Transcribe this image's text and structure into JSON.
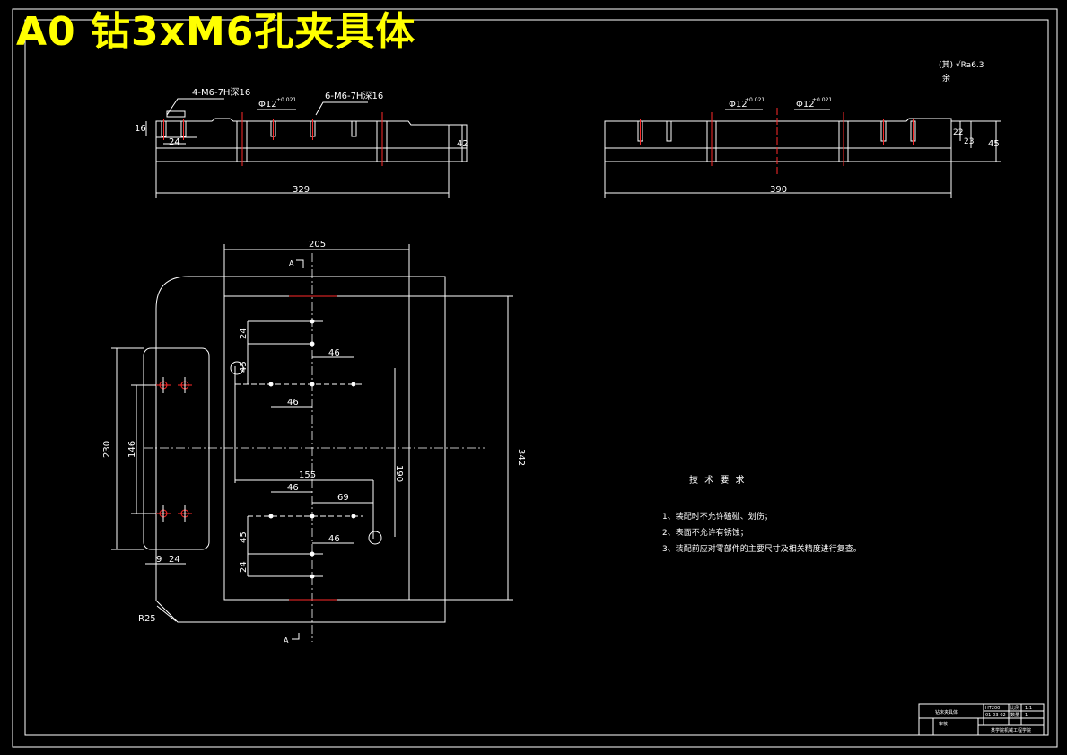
{
  "title": "A0 钻3xM6孔夹具体",
  "top_left_view": {
    "callout_thread_left": "4-M6-7H深16",
    "callout_dia": "Φ12",
    "callout_tol": "+0.021",
    "callout_thread_mid": "6-M6-7H深16",
    "dim_height": "16",
    "dim_pitch": "24",
    "dim_thickness": "42",
    "dim_length": "329"
  },
  "top_right_view": {
    "callout_dia_left": "Φ12",
    "callout_tol_left": "+0.021",
    "callout_dia_right": "Φ12",
    "callout_tol_right": "+0.021",
    "dim_22": "22",
    "dim_23": "23",
    "dim_45": "45",
    "dim_length": "390"
  },
  "plan_view": {
    "section_mark": "A",
    "dim_205": "205",
    "dim_342": "342",
    "dim_230": "230",
    "dim_146": "146",
    "dim_190": "190",
    "dim_155": "155",
    "dim_46_a": "46",
    "dim_46_b": "46",
    "dim_46_c": "46",
    "dim_46_d": "46",
    "dim_69": "69",
    "dim_45_a": "45",
    "dim_45_b": "45",
    "dim_24_a": "24",
    "dim_24_b": "24",
    "dim_24_c": "24",
    "dim_9": "9",
    "radius": "R25"
  },
  "roughness_note": {
    "line1": "(其) √Ra6.3",
    "line2": "余"
  },
  "tech_requirements": {
    "heading": "技 术 要 求",
    "items": [
      "1、装配时不允许磕碰、划伤；",
      "2、表面不允许有锈蚀；",
      "3、装配前应对零部件的主要尺寸及相关精度进行复查。"
    ]
  },
  "title_block": {
    "part_name": "钻床夹具体",
    "material": "HT200",
    "scale_label": "比例",
    "scale": "1:1",
    "drawing_no": "01-03-02",
    "qty_label": "数量",
    "qty": "1",
    "drawn": "审核",
    "school": "某学院机械工程学院"
  }
}
